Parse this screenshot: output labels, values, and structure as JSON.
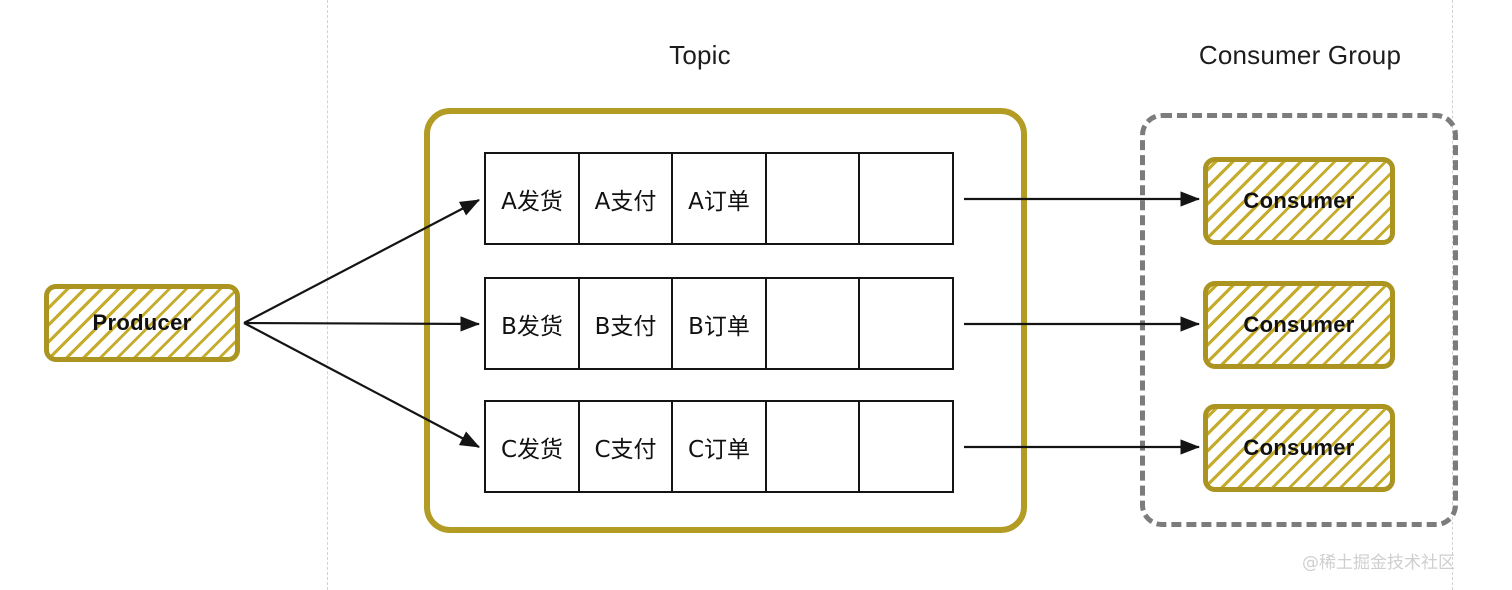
{
  "headings": {
    "topic": "Topic",
    "consumer_group": "Consumer Group"
  },
  "producer": {
    "label": "Producer"
  },
  "topic": {
    "partitions": [
      {
        "id": "partition-a",
        "cells": [
          "A发货",
          "A支付",
          "A订单",
          "",
          ""
        ]
      },
      {
        "id": "partition-b",
        "cells": [
          "B发货",
          "B支付",
          "B订单",
          "",
          ""
        ]
      },
      {
        "id": "partition-c",
        "cells": [
          "C发货",
          "C支付",
          "C订单",
          "",
          ""
        ]
      }
    ]
  },
  "consumer_group": {
    "consumers": [
      {
        "label": "Consumer"
      },
      {
        "label": "Consumer"
      },
      {
        "label": "Consumer"
      }
    ]
  },
  "watermark": {
    "text": "@稀土掘金技术社区"
  },
  "colors": {
    "gold_border": "#ab9420",
    "gold_hatch": "#c5ac2d",
    "topic_border": "#b29c24",
    "group_dashed_border": "#7c7c7c",
    "cell_border": "#141414",
    "arrow": "#141414",
    "guide_line": "#d2d2d2",
    "watermark": "#cfcfcf"
  }
}
